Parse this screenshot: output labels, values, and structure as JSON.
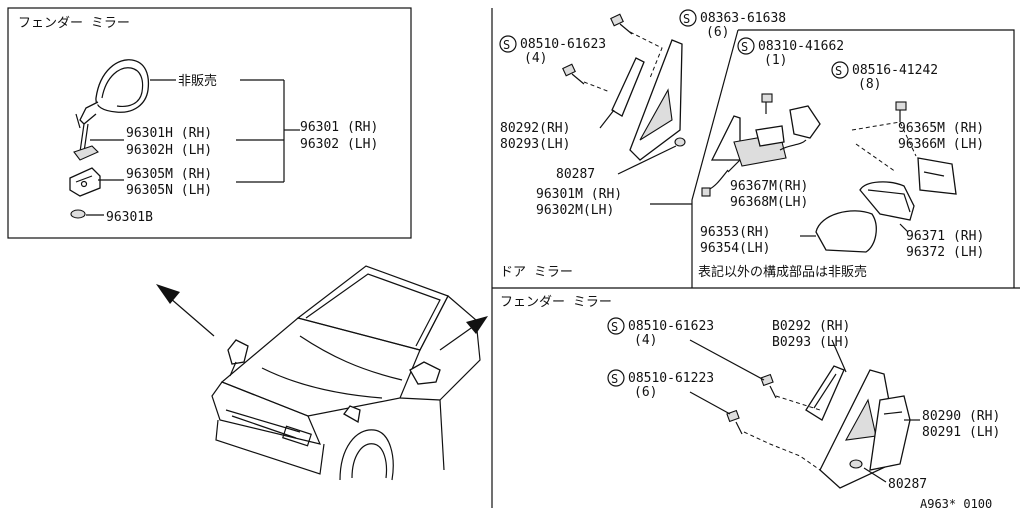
{
  "inset_fender": {
    "title": "フェンダー ミラー",
    "not_sold": "非販売",
    "p96301H": "96301H (RH)",
    "p96302H": "96302H (LH)",
    "p96305M": "96305M (RH)",
    "p96305N": "96305N (LH)",
    "p96301B": "96301B",
    "p96301": "96301 (RH)",
    "p96302": "96302 (LH)"
  },
  "door_mirror": {
    "title": "ドア ミラー",
    "s08363": "08363-61638",
    "s08363_qty": "(6)",
    "s08510": "08510-61623",
    "s08510_qty": "(4)",
    "s08310": "08310-41662",
    "s08310_qty": "(1)",
    "s08516": "08516-41242",
    "s08516_qty": "(8)",
    "p80292": "80292(RH)",
    "p80293": "80293(LH)",
    "p80287": "80287",
    "p96301M": "96301M (RH)",
    "p96302M": "96302M(LH)",
    "p96365M": "96365M (RH)",
    "p96366M": "96366M (LH)",
    "p96367M": "96367M(RH)",
    "p96368M": "96368M(LH)",
    "p96353": "96353(RH)",
    "p96354": "96354(LH)",
    "p96371": "96371 (RH)",
    "p96372": "96372 (LH)",
    "note": "表記以外の構成部品は非販売"
  },
  "fender_mirror": {
    "title": "フェンダー ミラー",
    "s08510": "08510-61623",
    "s08510_qty": "(4)",
    "s08510b": "08510-61223",
    "s08510b_qty": "(6)",
    "pB0292": "B0292 (RH)",
    "pB0293": "B0293 (LH)",
    "p80290": "80290 (RH)",
    "p80291": "80291 (LH)",
    "p80287": "80287"
  },
  "s_mark": "S",
  "diagram_code": "A963* 0100"
}
